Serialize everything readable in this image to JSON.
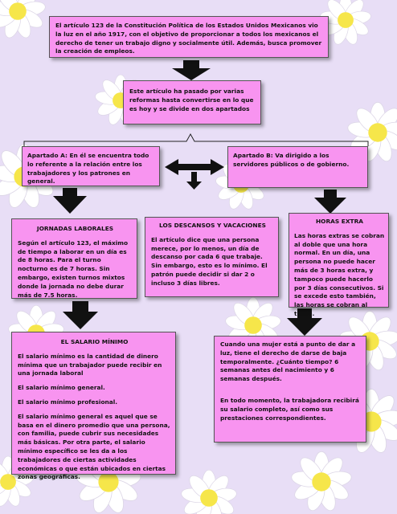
{
  "intro": "El artículo 123 de la Constitución Política de los Estados Unidos Mexicanos vio la luz en el año 1917, con el objetivo de proporcionar a todos los mexicanos el derecho de tener un trabajo digno y socialmente útil. Además, busca promover la creación de empleos.",
  "reforms": "Este artículo ha pasado por varias reformas hasta convertirse en lo que es hoy y se divide en dos apartados",
  "apartado_a": "Apartado A: En él se encuentra todo lo referente a la relación entre los trabajadores y los patrones en general.",
  "apartado_b": "Apartado B: Va dirigido a los servidores públicos o de gobierno.",
  "jornadas": {
    "title": "JORNADAS LABORALES",
    "text": "Según el artículo 123, el máximo de tiempo a laborar en un día es de 8 horas. Para el turno nocturno es de 7 horas. Sin embargo, existen turnos mixtos donde la jornada no debe durar más de 7.5 horas."
  },
  "descansos": {
    "title": "LOS DESCANSOS Y VACACIONES",
    "text": "El artículo dice que una persona merece, por lo menos, un día de descanso por cada 6 que trabaje. Sin embargo, esto es lo mínimo. El patrón puede decidir si dar 2 o incluso 3 días libres."
  },
  "horas_extra": {
    "title": "HORAS EXTRA",
    "text": "Las horas extras se cobran al doble que una hora normal. En un día, una persona no puede hacer más de 3 horas extra, y tampoco puede hacerlo por 3 días consecutivos. Si se excede esto también, las horas se cobran al triple."
  },
  "salario": {
    "title": "EL SALARIO MÍNIMO",
    "p1": "El salario mínimo es la cantidad de dinero mínima que un trabajador puede recibir en una jornada laboral",
    "p2": "El salario mínimo general.",
    "p3": "El salario mínimo profesional.",
    "p4": "El salario mínimo general es aquel que se basa en el dinero promedio que una persona, con familia, puede cubrir sus necesidades más básicas. Por otra parte, el salario mínimo específico se les da a los trabajadores de ciertas actividades económicas o que están ubicados en ciertas zonas geográficas."
  },
  "maternidad": {
    "p1": "Cuando una mujer está a punto de dar a luz, tiene el derecho de darse de baja temporalmente. ¿Cuánto tiempo? 6 semanas antes del nacimiento y 6 semanas después.",
    "p2": "En todo momento, la trabajadora recibirá su salario completo, así como sus prestaciones correspondientes."
  },
  "colors": {
    "box": "#f894f0",
    "background": "#e8def6",
    "arrow": "#111111"
  }
}
